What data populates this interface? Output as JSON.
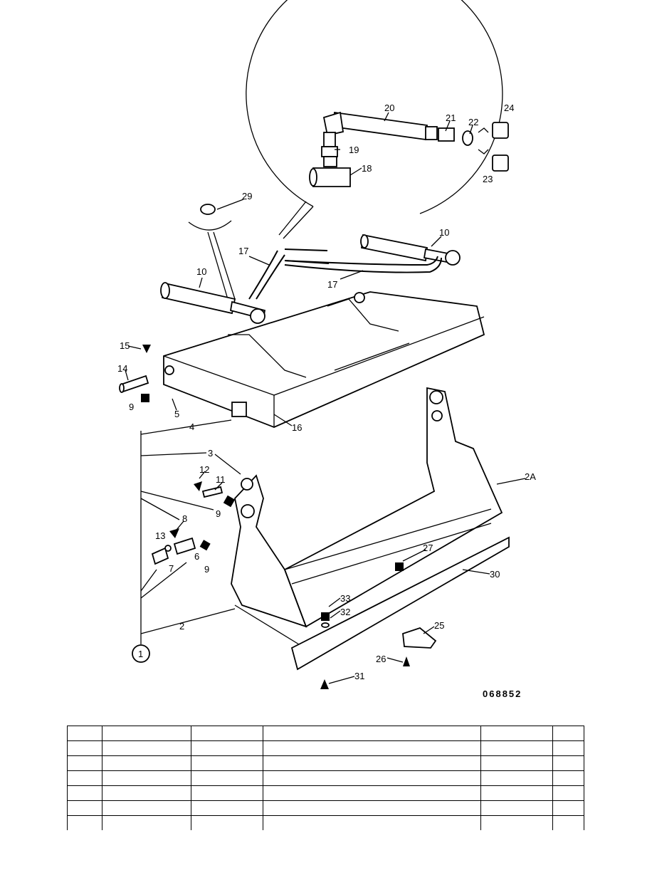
{
  "drawing": {
    "reference_number": "068852",
    "callouts": [
      "20",
      "21",
      "22",
      "24",
      "19",
      "18",
      "23",
      "29",
      "10",
      "17",
      "17",
      "10",
      "15",
      "14",
      "9",
      "5",
      "4",
      "16",
      "3",
      "12",
      "11",
      "2A",
      "9",
      "8",
      "13",
      "6",
      "7",
      "9",
      "27",
      "30",
      "33",
      "32",
      "25",
      "2",
      "26",
      "31",
      "1"
    ]
  },
  "table": {
    "rows": [
      [
        "",
        "",
        "",
        "",
        "",
        ""
      ],
      [
        "",
        "",
        "",
        "",
        "",
        ""
      ],
      [
        "",
        "",
        "",
        "",
        "",
        ""
      ],
      [
        "",
        "",
        "",
        "",
        "",
        ""
      ],
      [
        "",
        "",
        "",
        "",
        "",
        ""
      ],
      [
        "",
        "",
        "",
        "",
        "",
        ""
      ],
      [
        "",
        "",
        "",
        "",
        "",
        ""
      ]
    ]
  }
}
